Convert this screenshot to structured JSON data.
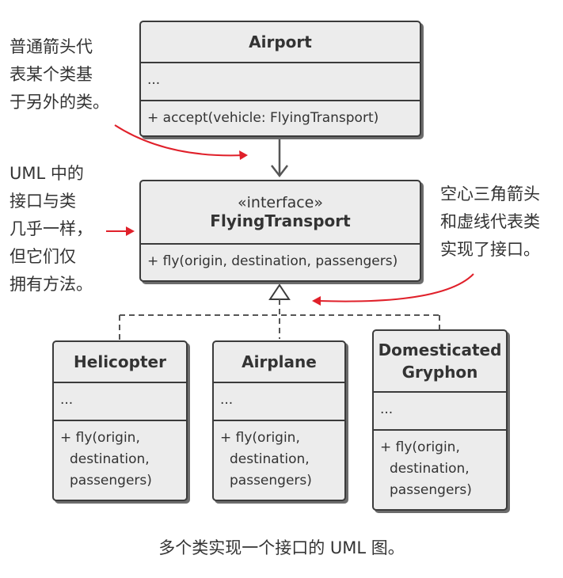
{
  "classes": {
    "airport": {
      "name": "Airport",
      "fields": "...",
      "methods": "+ accept(vehicle: FlyingTransport)"
    },
    "flying_transport": {
      "stereotype": "«interface»",
      "name": "FlyingTransport",
      "methods": "+ fly(origin, destination, passengers)"
    },
    "helicopter": {
      "name": "Helicopter",
      "fields": "...",
      "methods": [
        "+ fly(origin,",
        "destination,",
        "passengers)"
      ]
    },
    "airplane": {
      "name": "Airplane",
      "fields": "...",
      "methods": [
        "+ fly(origin,",
        "destination,",
        "passengers)"
      ]
    },
    "gryphon": {
      "name_lines": [
        "Domesticated",
        "Gryphon"
      ],
      "fields": "...",
      "methods": [
        "+ fly(origin,",
        "destination,",
        "passengers)"
      ]
    }
  },
  "notes": {
    "arrow_note": [
      "普通箭头代",
      "表某个类基",
      "于另外的类。"
    ],
    "interface_note": [
      "UML 中的",
      "接口与类",
      "几乎一样，",
      "但它们仅",
      "拥有方法。"
    ],
    "implementation_note": [
      "空心三角箭头",
      "和虚线代表类",
      "实现了接口。"
    ]
  },
  "caption": "多个类实现一个接口的 UML 图。",
  "colors": {
    "box_fill": "#ececec",
    "border": "#3b3b3b",
    "shadow": "#6c6c6c",
    "annotation_arrow": "#e0202a"
  }
}
